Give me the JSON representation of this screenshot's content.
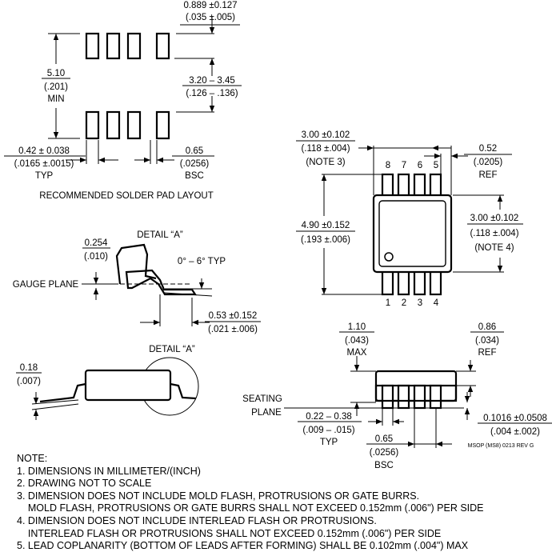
{
  "pad_layout": {
    "dim_pad_width": "0.889 ±0.127",
    "dim_pad_width_in": "(.035 ±.005)",
    "dim_outer": "5.10",
    "dim_outer_in": "(.201)",
    "dim_outer_min": "MIN",
    "dim_inner": "3.20 – 3.45",
    "dim_inner_in": "(.126 – .136)",
    "dim_lead_width": "0.42 ± 0.038",
    "dim_lead_width_in": "(.0165 ±.0015)",
    "dim_lead_width_typ": "TYP",
    "dim_pitch": "0.65",
    "dim_pitch_in": "(.0256)",
    "dim_pitch_bsc": "BSC",
    "caption": "RECOMMENDED SOLDER PAD LAYOUT"
  },
  "detail_a": {
    "label": "DETAIL “A”",
    "dim_thick": "0.254",
    "dim_thick_in": "(.010)",
    "angle": "0° – 6° TYP",
    "gauge_plane": "GAUGE PLANE",
    "dim_foot": "0.53 ±0.152",
    "dim_foot_in": "(.021 ±.006)"
  },
  "side_view_left": {
    "detail_label": "DETAIL “A”",
    "dim_lead": "0.18",
    "dim_lead_in": "(.007)"
  },
  "top_view": {
    "dim_body_w": "3.00 ±0.102",
    "dim_body_w_in": "(.118 ±.004)",
    "dim_body_w_note": "(NOTE 3)",
    "dim_lead_ref": "0.52",
    "dim_lead_ref_in": "(.0205)",
    "dim_lead_ref_ref": "REF",
    "dim_total": "4.90 ±0.152",
    "dim_total_in": "(.193 ±.006)",
    "dim_body_h": "3.00 ±0.102",
    "dim_body_h_in": "(.118 ±.004)",
    "dim_body_h_note": "(NOTE 4)",
    "pins_top": [
      "8",
      "7",
      "6",
      "5"
    ],
    "pins_bottom": [
      "1",
      "2",
      "3",
      "4"
    ]
  },
  "side_view": {
    "dim_height": "1.10",
    "dim_height_in": "(.043)",
    "dim_height_max": "MAX",
    "dim_ref": "0.86",
    "dim_ref_in": "(.034)",
    "dim_ref_ref": "REF",
    "seating": "SEATING",
    "plane": "PLANE",
    "dim_lead": "0.22 – 0.38",
    "dim_lead_in": "(.009 – .015)",
    "dim_lead_typ": "TYP",
    "dim_pitch": "0.65",
    "dim_pitch_in": "(.0256)",
    "dim_pitch_bsc": "BSC",
    "dim_standoff": "0.1016 ±0.0508",
    "dim_standoff_in": "(.004 ±.002)",
    "drawing_id": "MSOP (MS8) 0213 REV G"
  },
  "notes": {
    "title": "NOTE:",
    "items": [
      "1. DIMENSIONS IN MILLIMETER/(INCH)",
      "2. DRAWING NOT TO SCALE",
      "3. DIMENSION DOES NOT INCLUDE MOLD FLASH, PROTRUSIONS OR GATE BURRS.",
      "    MOLD FLASH, PROTRUSIONS OR GATE BURRS SHALL NOT EXCEED 0.152mm (.006\") PER SIDE",
      "4. DIMENSION DOES NOT INCLUDE INTERLEAD FLASH OR PROTRUSIONS.",
      "    INTERLEAD FLASH OR PROTRUSIONS SHALL NOT EXCEED 0.152mm (.006\") PER SIDE",
      "5. LEAD COPLANARITY (BOTTOM OF LEADS AFTER FORMING) SHALL BE 0.102mm (.004\") MAX"
    ]
  }
}
